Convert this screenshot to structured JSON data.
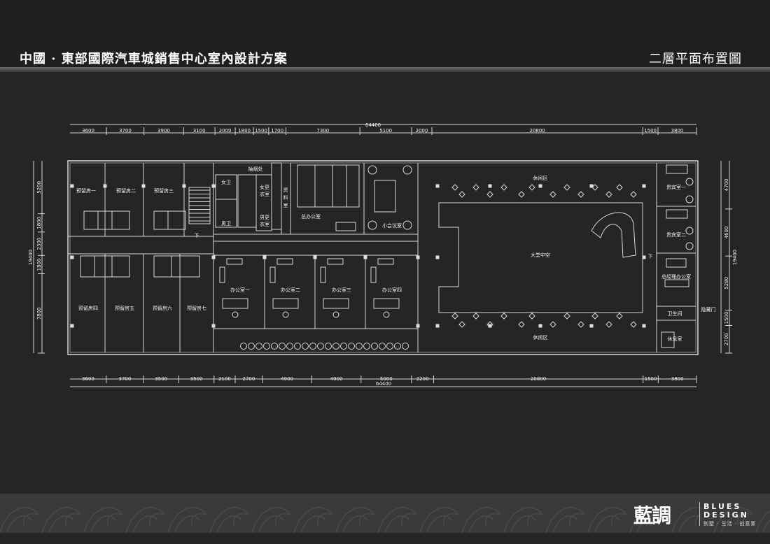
{
  "header": {
    "title": "中國 · 東部國際汽車城銷售中心室內設計方案",
    "subtitle": "二層平面布置圖"
  },
  "dimensions": {
    "top_total": "64400",
    "top": [
      "3600",
      "3700",
      "3900",
      "3100",
      "2000",
      "1800",
      "1500",
      "1700",
      "7300",
      "5100",
      "2000",
      "20800",
      "1500",
      "3800"
    ],
    "bottom_total": "64400",
    "bottom": [
      "3600",
      "3700",
      "3500",
      "3500",
      "2100",
      "2700",
      "4900",
      "4900",
      "5000",
      "2200",
      "20800",
      "1500",
      "3800"
    ],
    "left_total": "19400",
    "left": [
      "5200",
      "1800",
      "2300",
      "1800",
      "7800"
    ],
    "right_total": "19400",
    "right": [
      "4700",
      "4600",
      "5280",
      "1500",
      "2700"
    ]
  },
  "rooms": {
    "reserve1": "预留房一",
    "reserve2": "预留房二",
    "reserve3": "预留房三",
    "reserve4": "预留房四",
    "reserve5": "预留房五",
    "reserve6": "预留房六",
    "reserve7": "预留房七",
    "female_wc": "女卫",
    "male_wc": "男卫",
    "smoking": "抽烟处",
    "female_locker_1": "女更",
    "female_locker_2": "衣室",
    "male_locker_1": "男更",
    "male_locker_2": "衣室",
    "archive_1": "资",
    "archive_2": "料",
    "archive_3": "室",
    "general_office": "总办公室",
    "small_meeting": "小会议室",
    "office1": "办公室一",
    "office2": "办公室二",
    "office3": "办公室三",
    "office4": "办公室四",
    "atrium": "大堂中空",
    "lounge_top": "休闲区",
    "lounge_bottom": "休闲区",
    "vip1": "贵宾室一",
    "vip2": "贵宾室二",
    "gm_office": "总经理办公室",
    "wc": "卫生间",
    "rest_room": "休息室",
    "hidden_door": "隐藏门",
    "down_left": "下",
    "down_right": "下"
  },
  "logo": {
    "cn": "藍調",
    "en_line1": "BLUES",
    "en_line2": "DESIGN",
    "tagline": "别墅 · 生活 · 创意家"
  }
}
